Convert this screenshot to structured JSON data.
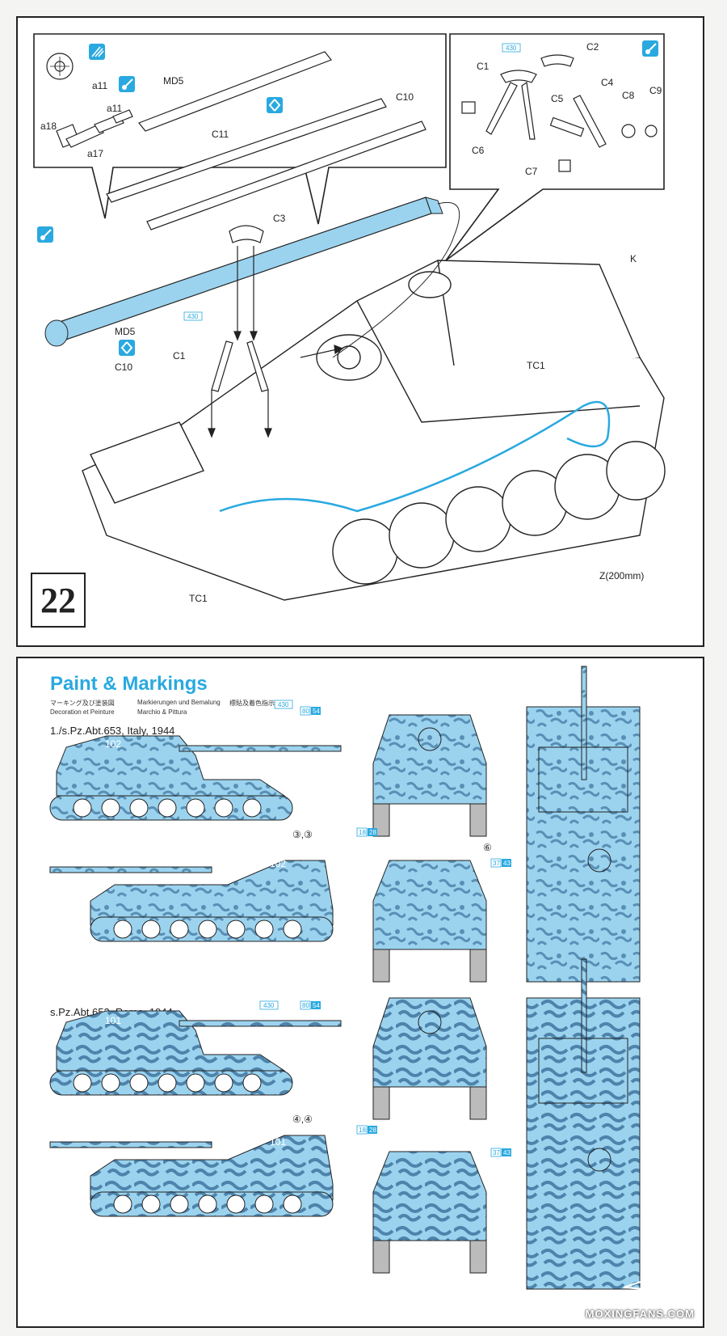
{
  "step": {
    "number": "22",
    "parts": {
      "a11": "a11",
      "a11b": "a11",
      "a17": "a17",
      "a18": "a18",
      "md5": "MD5",
      "c10": "C10",
      "c11": "C11",
      "c1": "C1",
      "c2": "C2",
      "c4": "C4",
      "c5": "C5",
      "c6": "C6",
      "c7": "C7",
      "c8": "C8",
      "c9": "C9",
      "c3": "C3",
      "md5b": "MD5",
      "c10b": "C10",
      "c1b": "C1",
      "k": "K",
      "tc1": "TC1",
      "tc1b": "TC1",
      "z": "Z(200mm)"
    },
    "paint_codes": {
      "h430a": "430",
      "h430b": "430"
    },
    "icons": [
      "paint-brush-icon",
      "glue-icon",
      "cement-icon",
      "symmetry-icon"
    ]
  },
  "paint": {
    "title": "Paint & Markings",
    "subtitles": {
      "jp": "マーキング及び塗装図",
      "de": "Markierungen und Bemalung",
      "cn": "標貼及着色指示",
      "fr": "Decoration et Peinture",
      "it": "Marchio & Pittura"
    },
    "scheme1": {
      "name": "1./s.Pz.Abt.653, Italy, 1944",
      "turret_number": "102",
      "decals": "③,③",
      "decal_rear": "⑥",
      "colors": {
        "h430": "430",
        "h80": "80",
        "h54": "54",
        "h18": "18",
        "h28": "28",
        "h37": "37",
        "h43": "43"
      }
    },
    "scheme2": {
      "name": "s.Pz.Abt.653, Rome, 1944",
      "turret_number": "101",
      "decals": "④,④",
      "colors": {
        "h430": "430",
        "h80": "80",
        "h54": "54",
        "h18": "18",
        "h28": "28",
        "h37": "37",
        "h43": "43"
      }
    },
    "camo_colors": {
      "base": "#9bd3ef",
      "spot": "#5a8fb5",
      "line": "#222222"
    }
  },
  "watermark": "MOXINGFANS.COM"
}
